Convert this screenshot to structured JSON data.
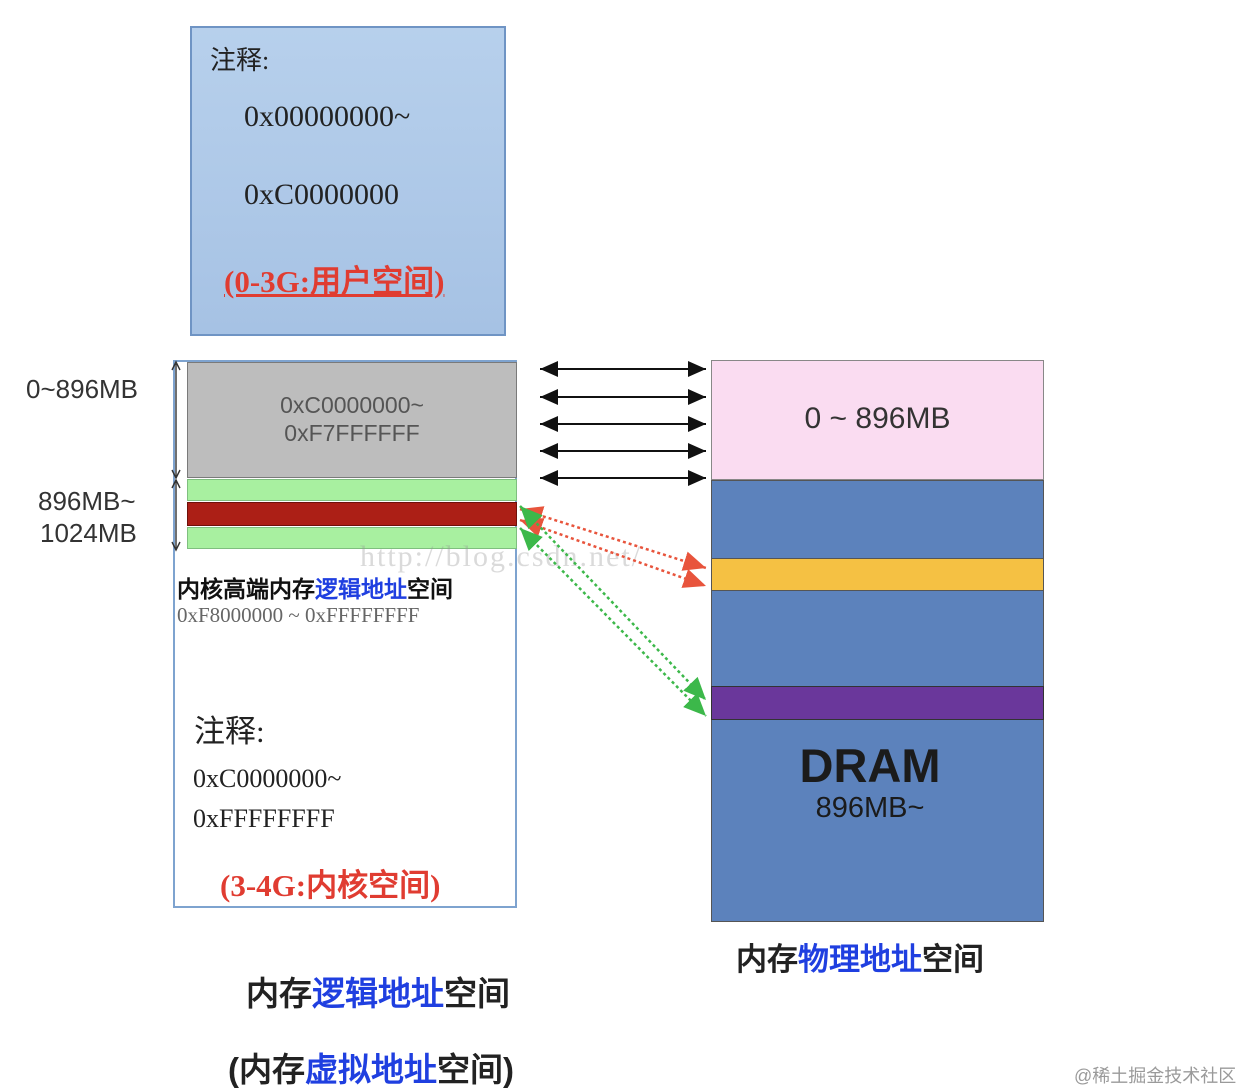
{
  "user_space": {
    "note_title": "注释:",
    "addr_start": "0x00000000~",
    "addr_end": "0xC0000000",
    "range_label": "(0-3G:用户空间)"
  },
  "kernel_space": {
    "lowmem_addr_start": "0xC0000000~",
    "lowmem_addr_end": "0xF7FFFFFF",
    "label_lowmem": "0~896MB",
    "label_highmem_start": "896MB~",
    "label_highmem_end": "1024MB",
    "highmem_title_prefix": "内核高端内存",
    "highmem_title_highlight": "逻辑地址",
    "highmem_title_suffix": "空间",
    "highmem_range": "0xF8000000 ~ 0xFFFFFFFF",
    "note_title": "注释:",
    "addr_start": "0xC0000000~",
    "addr_end": "0xFFFFFFFF",
    "range_label": "(3-4G:内核空间)"
  },
  "physical_memory": {
    "low_label": "0 ~ 896MB",
    "dram_title": "DRAM",
    "dram_size": "896MB~"
  },
  "captions": {
    "physical_prefix": "内存",
    "physical_highlight": "物理地址",
    "physical_suffix": "空间",
    "logical_prefix": "内存",
    "logical_highlight": "逻辑地址",
    "logical_suffix": "空间",
    "virtual_open": "(内存",
    "virtual_highlight": "虚拟地址",
    "virtual_close": "空间)"
  },
  "watermark": "http://blog.csdn.net/",
  "credit": "@稀土掘金技术社区",
  "colors": {
    "user_box": "#b7d0ec",
    "lowmem_gray": "#bdbdbd",
    "highmem_green": "#a8f0a0",
    "highmem_red": "#ac1f16",
    "phys_pink": "#fadcf1",
    "dram_blue": "#5c82bc",
    "band_yellow": "#f5c143",
    "band_purple": "#6a379b",
    "mapping_red_dotted": "#e8543c",
    "mapping_green_dotted": "#3cb84a",
    "range_red": "#e03c31",
    "highlight_blue": "#1f3fe0"
  }
}
